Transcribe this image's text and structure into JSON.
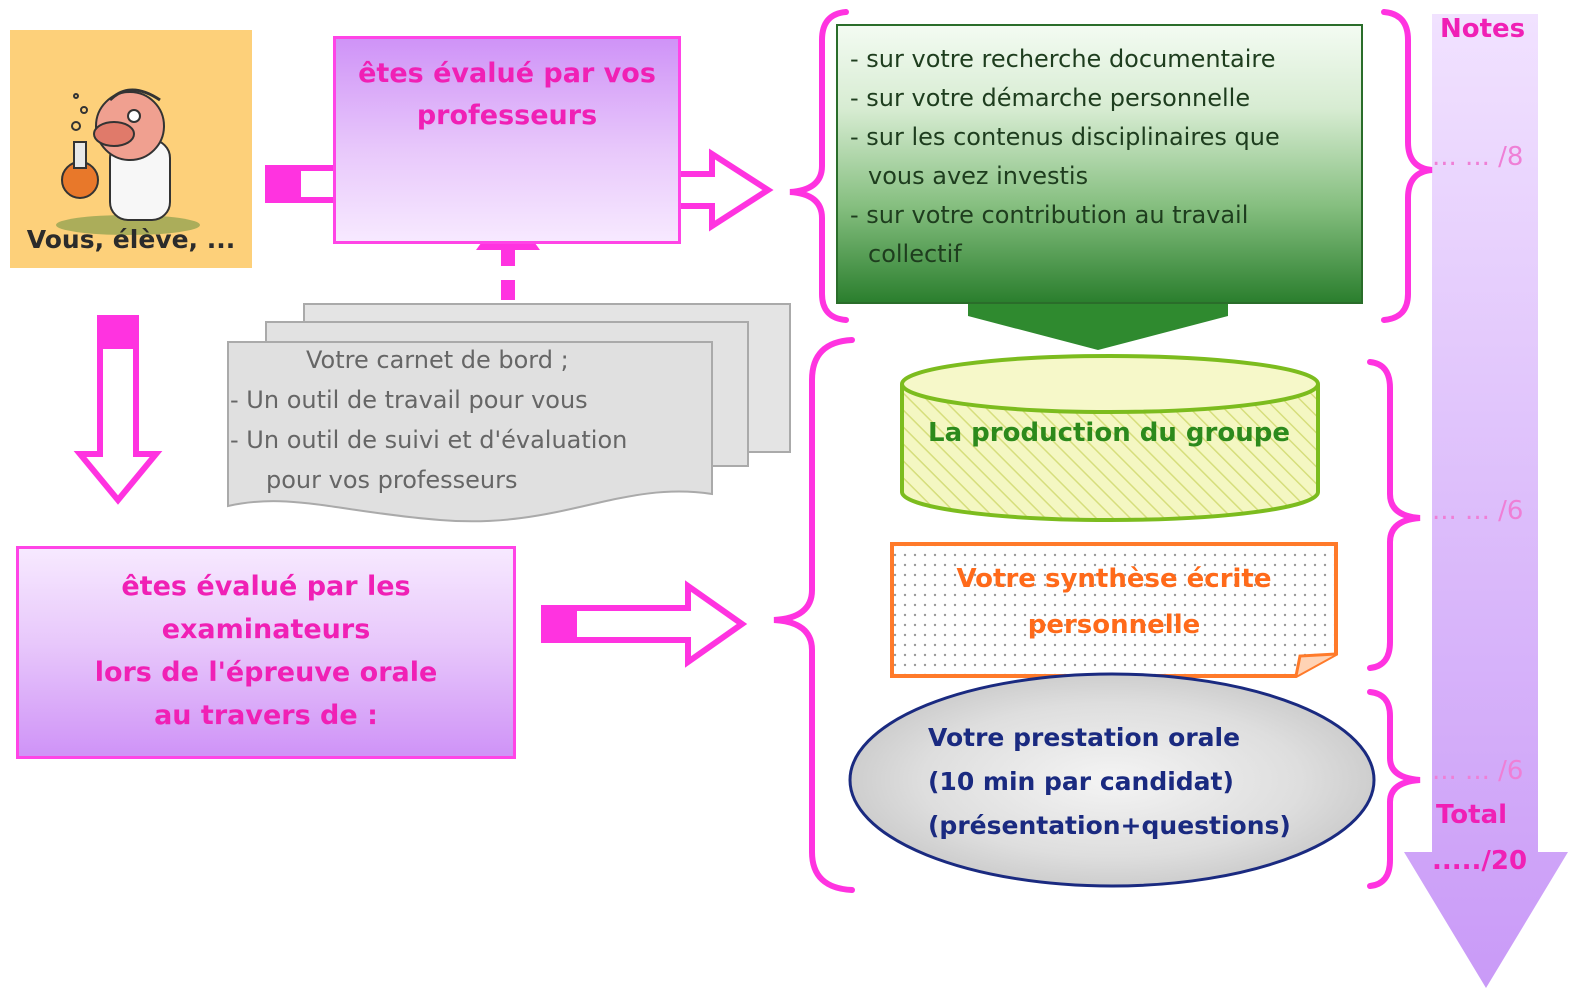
{
  "student": {
    "label": "Vous, élève, ..."
  },
  "professor_box": {
    "lines": [
      "êtes évalué par vos",
      "professeurs"
    ]
  },
  "criteria": {
    "lines": [
      "- sur votre recherche documentaire",
      "- sur votre démarche personnelle",
      "- sur les contenus disciplinaires que",
      "vous avez investis",
      "- sur votre contribution au travail",
      "collectif"
    ]
  },
  "carnet": {
    "lines": [
      "Votre carnet de bord ;",
      "- Un outil de travail pour vous",
      "- Un outil de suivi et d'évaluation",
      "pour vos professeurs"
    ]
  },
  "examiner_box": {
    "lines": [
      "êtes évalué par les",
      "examinateurs",
      "lors de l'épreuve orale",
      "au travers de :"
    ]
  },
  "production": {
    "label": "La production du groupe"
  },
  "synthese": {
    "lines": [
      "Votre synthèse écrite",
      "personnelle"
    ]
  },
  "oral": {
    "lines": [
      "Votre prestation orale",
      "(10 min par candidat)",
      "(présentation+questions)"
    ]
  },
  "notes": {
    "title": "Notes",
    "score1": "... ... /8",
    "score2": "... ... /6",
    "score3": "... ... /6",
    "total_label": "Total",
    "total_value": "...../20"
  },
  "colors": {
    "magenta": "#ff33e0",
    "notes_arrow": "#cc99ff",
    "green_dark": "#2b7f2e",
    "orange": "#ff7a2a",
    "navy": "#1a2a80"
  }
}
